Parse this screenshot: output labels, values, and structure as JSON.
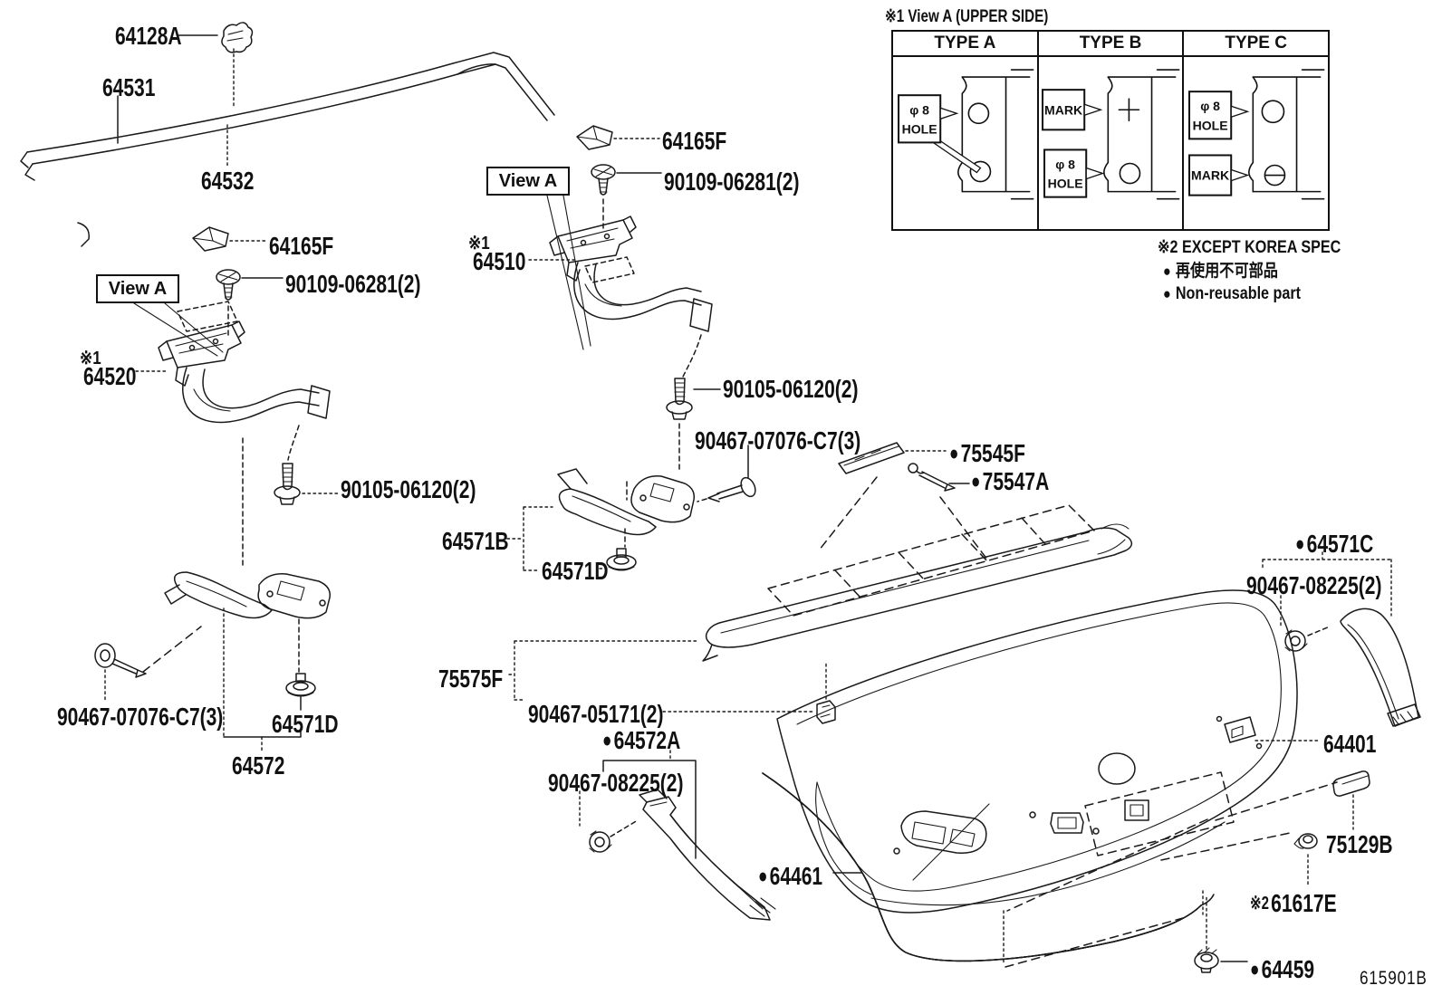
{
  "window": {
    "code": "615901B"
  },
  "markers": {
    "dot": "●",
    "ref1": "※1",
    "ref2": "※2"
  },
  "labels": {
    "p64128A": "64128A",
    "p64531": "64531",
    "p64532": "64532",
    "p64165F": "64165F",
    "p90109_06281": "90109-06281(2)",
    "view_a": "View A",
    "p64520": "64520",
    "p64510": "64510",
    "p90105_06120": "90105-06120(2)",
    "p90467_07076": "90467-07076-C7(3)",
    "p75545F": "75545F",
    "p75547A": "75547A",
    "p64571B": "64571B",
    "p64571D": "64571D",
    "p64572": "64572",
    "p75575F": "75575F",
    "p90467_05171": "90467-05171(2)",
    "p64572A": "64572A",
    "p90467_08225": "90467-08225(2)",
    "p64461": "64461",
    "p64571C": "64571C",
    "p64401": "64401",
    "p75129B": "75129B",
    "p61617E": "61617E",
    "p64459": "64459"
  },
  "legend": {
    "title": "※1 View A (UPPER SIDE)",
    "columns": [
      "TYPE A",
      "TYPE B",
      "TYPE C"
    ],
    "hole_line1": "φ 8",
    "hole_line2": "HOLE",
    "mark": "MARK",
    "notes": {
      "except_korea": "※2 EXCEPT KOREA SPEC",
      "reuse_jp": "再使用不可部品",
      "reuse_en": "Non-reusable part"
    }
  }
}
